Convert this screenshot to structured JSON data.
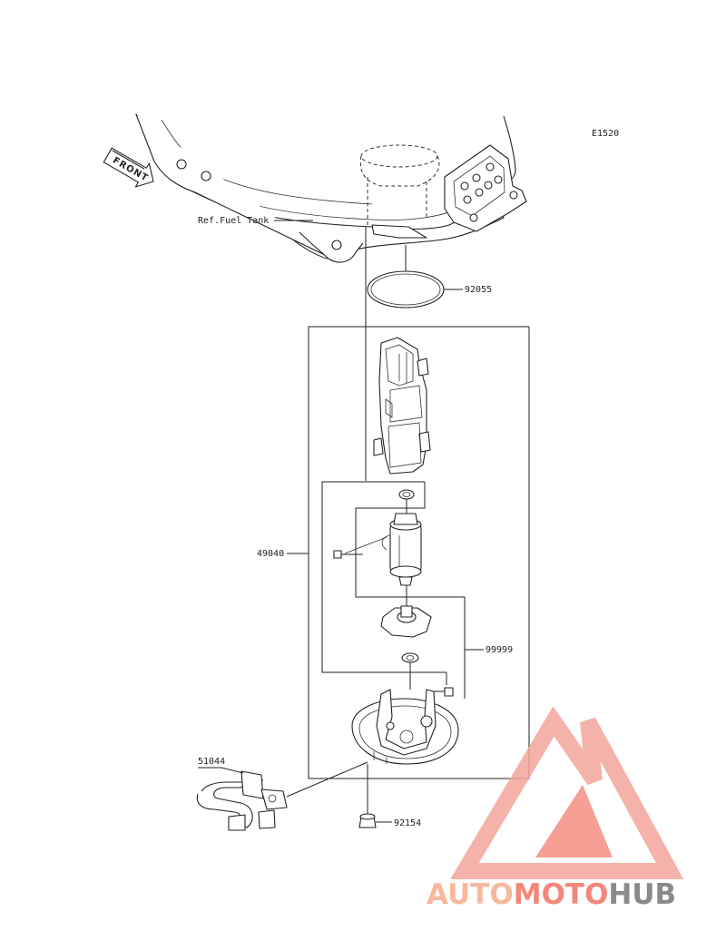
{
  "diagram_code": "E1520",
  "front_label": "FRONT",
  "ref_label": "Ref.Fuel Tank",
  "parts": {
    "gasket": "92055",
    "pump_assembly": "49040",
    "pump_kit": "99999",
    "hose": "51044",
    "bolt": "92154"
  },
  "watermark": {
    "part1": "AUTO",
    "part2": "MOTO",
    "part3": "HUB",
    "color_primary": "#f7b89c",
    "color_secondary": "#f2877b",
    "color_dark": "#888888"
  }
}
